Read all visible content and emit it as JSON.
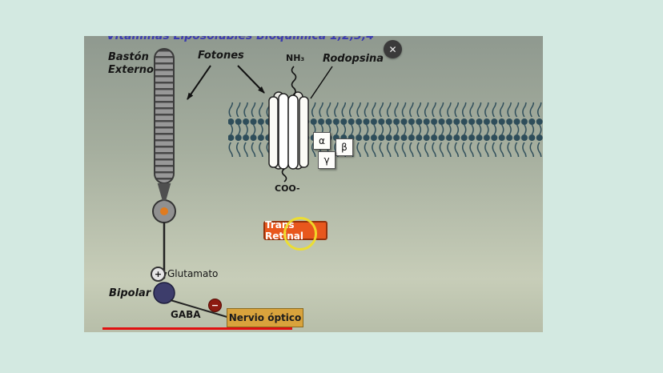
{
  "colors": {
    "page_bg": "#d3e9e1",
    "membrane": "#2e4d5a",
    "retinal_button": "#e8571d",
    "optic_nerve_box": "#d9a33c",
    "highlight_ring": "#f0e028",
    "progress_red": "#e01010",
    "bipolar_cell": "#3d3d6b",
    "nucleus_orange": "#e07b1f"
  },
  "slide": {
    "cropped_title": "Vitaminas Liposolubles Bioquímica 1,2,3,4"
  },
  "controls": {
    "close_icon": "✕"
  },
  "labels": {
    "rod_line1": "Bastón",
    "rod_line2": "Externo",
    "photons": "Fotones",
    "nh3": "NH₃",
    "rhodopsin": "Rodopsina",
    "coo": "COO-",
    "g_alpha": "α",
    "g_beta": "β",
    "g_gamma": "γ",
    "trans_retinal": "Trans Retinal",
    "plus": "+",
    "glutamate": "Glutamato",
    "bipolar": "Bipolar",
    "gaba": "GABA",
    "minus": "−",
    "optic_nerve": "Nervio óptico"
  }
}
